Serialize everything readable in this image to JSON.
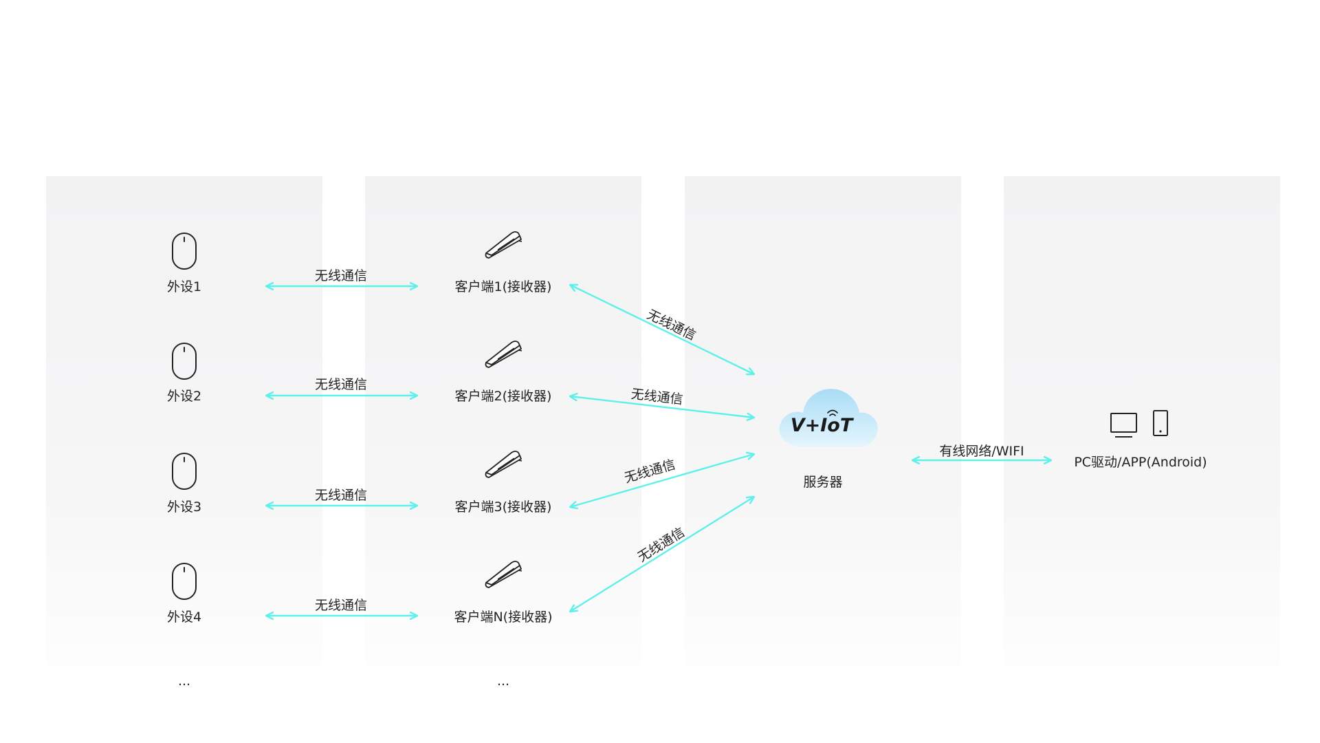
{
  "colors": {
    "arrow": "#5ef0ea",
    "panel": "#f4f3f4",
    "icon": "#222222",
    "cloud_top": "#a9dcf6",
    "cloud_bottom": "#dff3fd"
  },
  "peripherals": [
    {
      "label": "外设1",
      "icon": "mouse-icon"
    },
    {
      "label": "外设2",
      "icon": "mouse-icon"
    },
    {
      "label": "外设3",
      "icon": "mouse-icon"
    },
    {
      "label": "外设4",
      "icon": "mouse-icon"
    }
  ],
  "peripheral_more": "...",
  "clients": [
    {
      "label": "客户端1(接收器)",
      "icon": "receiver-icon"
    },
    {
      "label": "客户端2(接收器)",
      "icon": "receiver-icon"
    },
    {
      "label": "客户端3(接收器)",
      "icon": "receiver-icon"
    },
    {
      "label": "客户端N(接收器)",
      "icon": "receiver-icon"
    }
  ],
  "client_more": "...",
  "links": {
    "peripheral_client": [
      "无线通信",
      "无线通信",
      "无线通信",
      "无线通信"
    ],
    "client_server": [
      "无线通信",
      "无线通信",
      "无线通信",
      "无线通信"
    ],
    "server_terminal": "有线网络/WIFI"
  },
  "server": {
    "label": "服务器",
    "logo_text": "V+IoT",
    "icon": "cloud-icon"
  },
  "terminal": {
    "label": "PC驱动/APP(Android)",
    "icons": [
      "monitor-icon",
      "tablet-icon"
    ]
  }
}
